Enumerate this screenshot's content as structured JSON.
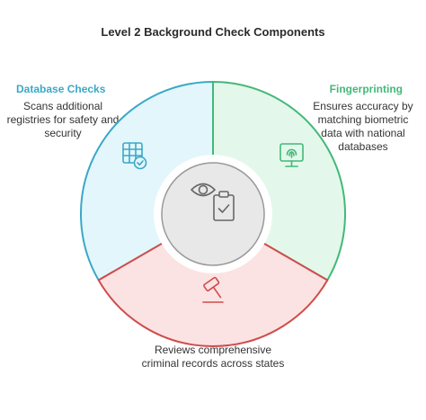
{
  "title": "Level 2 Background Check Components",
  "segments": [
    {
      "title": "Database Checks",
      "description": "Scans additional registries for safety and security",
      "color": "#3aa8c7",
      "fill": "#e3f6fc",
      "icon": "database-table-check-icon"
    },
    {
      "title": "Fingerprinting",
      "description": "Ensures accuracy by matching biometric data with national databases",
      "color": "#43b87a",
      "fill": "#e3f8ea",
      "icon": "fingerprint-monitor-icon"
    },
    {
      "title": "National Criminal History Check",
      "description": "Reviews comprehensive criminal records across states",
      "color": "#d04c4c",
      "fill": "#fbe3e3",
      "icon": "gavel-icon"
    }
  ],
  "center": {
    "icon": "eye-clipboard-check-icon",
    "fill": "#e8e8e8"
  }
}
